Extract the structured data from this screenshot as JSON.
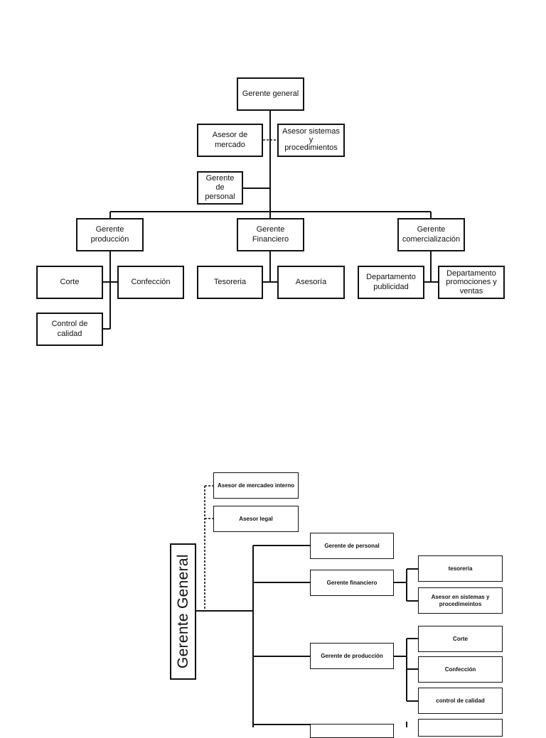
{
  "chart1": {
    "gerente_general": "Gerente general",
    "asesor_mercado": "Asesor de\nmercado",
    "asesor_sistemas": "Asesor sistemas\ny\nprocedimientos",
    "gerente_personal": "Gerente de\npersonal",
    "gerente_produccion": "Gerente\nproducción",
    "gerente_financiero": "Gerente\nFinanciero",
    "gerente_comercializacion": "Gerente\ncomercialización",
    "corte": "Corte",
    "confeccion": "Confección",
    "control_calidad": "Control de\ncalidad",
    "tesoreria": "Tesoreria",
    "asesoria": "Asesoría",
    "depto_publicidad": "Departamento\npublicidad",
    "depto_promociones": "Departamento\npromociones y\nventas"
  },
  "chart2": {
    "gerente_general": "Gerente General",
    "asesor_mercadeo": "Asesor de mercadeo interno",
    "asesor_legal": "Asesor legal",
    "gerente_personal": "Gerente de personal",
    "gerente_financiero": "Gerente financiero",
    "tesoreria": "tesorería",
    "asesor_sistemas": "Asesor en sistemas y\nprocedimeintos",
    "gerente_produccion": "Gerente de producción",
    "corte": "Corte",
    "confeccion": "Confección",
    "control_calidad": "control de calidad"
  }
}
